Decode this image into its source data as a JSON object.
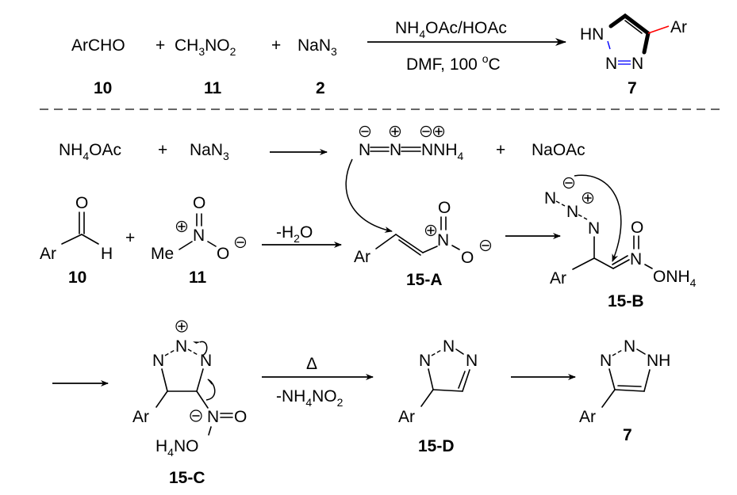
{
  "colors": {
    "reactant_aldehyde": "#ff0000",
    "reactant_azide": "#0000ff",
    "product_ring_nitrogen": "#0000ff",
    "product_aryl": "#ff0000",
    "default": "#000000"
  },
  "overall_reaction": {
    "reactants": [
      {
        "formula": "ArCHO",
        "label": "10"
      },
      {
        "formula_main": "CH",
        "sub1": "3",
        "mid": "NO",
        "sub2": "2",
        "label": "11"
      },
      {
        "formula_main": "NaN",
        "sub1": "3",
        "label": "2"
      }
    ],
    "plus": "+",
    "conditions_above": {
      "main": "NH",
      "sub": "4",
      "rest": "OAc/HOAc"
    },
    "conditions_below": {
      "main": "DMF, 100 ",
      "sup": "o",
      "rest": "C"
    },
    "product": {
      "hn": "HN",
      "n_left": "N",
      "eq": "=",
      "n_right": "N",
      "ar": "Ar",
      "label": "7"
    }
  },
  "mechanism": {
    "step0": {
      "reactant1": {
        "main": "NH",
        "sub": "4",
        "rest": "OAc"
      },
      "plus": "+",
      "reactant2": {
        "main": "NaN",
        "sub": "3"
      },
      "azide_product": {
        "n1": "N",
        "n2": "N",
        "n3": "NNH",
        "sub": "4",
        "charges": [
          "⊖",
          "⊕",
          "⊖",
          "⊕"
        ]
      },
      "byproduct": "NaOAc"
    },
    "step1": {
      "aldehyde": {
        "o": "O",
        "ar": "Ar",
        "h": "H",
        "label": "10"
      },
      "plus": "+",
      "nitromethane": {
        "o_top": "O",
        "n": "N",
        "me": "Me",
        "o_right": "O",
        "label": "11"
      },
      "conditions": {
        "main": "-H",
        "sub": "2",
        "rest": "O"
      },
      "nitroalkene": {
        "ar": "Ar",
        "n": "N",
        "o_top": "O",
        "o_right": "O",
        "label": "15-A"
      },
      "adduct": {
        "n_a": "N",
        "n_b": "N",
        "n_c": "N",
        "ar": "Ar",
        "n": "N",
        "o_top": "O",
        "onh": "ONH",
        "sub": "4",
        "label": "15-B"
      }
    },
    "step2": {
      "triazoline": {
        "n_top": "N",
        "n_left": "N",
        "n_right": "N",
        "ar": "Ar",
        "n_nitro": "N",
        "eq": "=",
        "o": "O",
        "h4no": {
          "main": "H",
          "sub": "4",
          "rest": "NO"
        },
        "label": "15-C"
      },
      "conditions_above": "Δ",
      "conditions_below": {
        "main": "-NH",
        "sub": "4",
        "rest": "NO",
        "sub2": "2"
      },
      "triazole_d": {
        "n_top": "N",
        "n_left": "N",
        "n_right": "N",
        "ar": "Ar",
        "label": "15-D"
      },
      "product": {
        "n_top": "N",
        "n_left": "N",
        "nh": "NH",
        "ar": "Ar",
        "label": "7"
      }
    }
  }
}
